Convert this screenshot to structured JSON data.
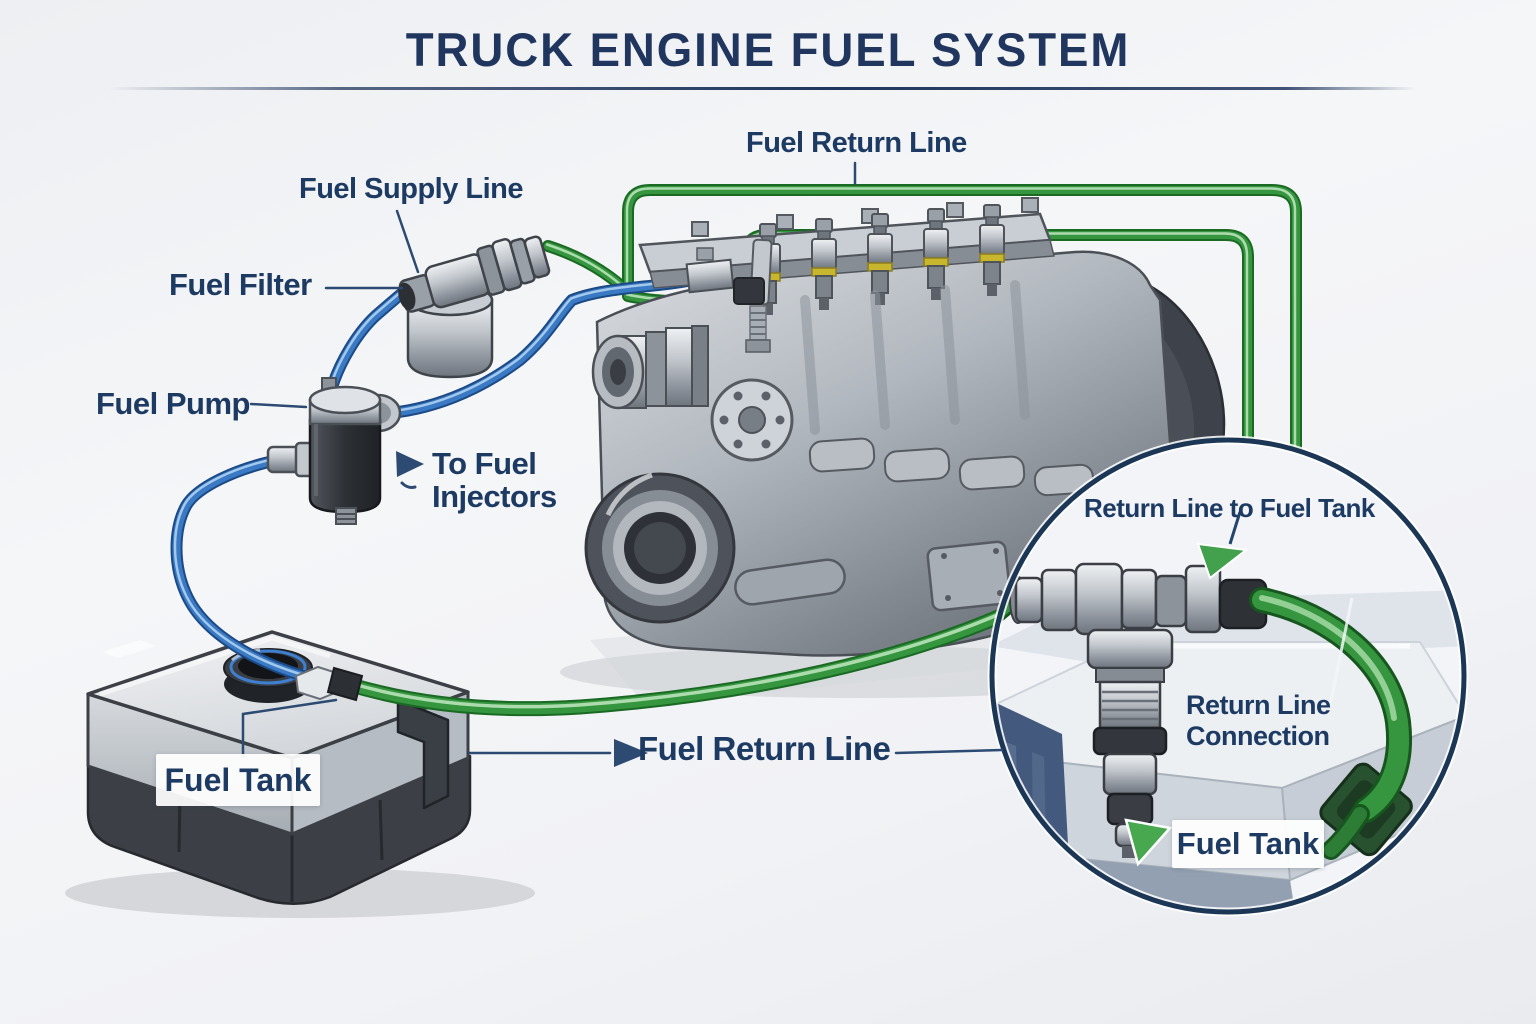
{
  "title": "TRUCK ENGINE FUEL SYSTEM",
  "labels": {
    "fuel_return_line_top": "Fuel Return Line",
    "fuel_supply_line": "Fuel Supply Line",
    "fuel_filter": "Fuel Filter",
    "fuel_pump": "Fuel Pump",
    "to_fuel_injectors": {
      "line1": "To Fuel",
      "line2": "Injectors"
    },
    "fuel_tank": "Fuel Tank",
    "fuel_return_line_center": "Fuel Return Line"
  },
  "inset": {
    "title": "Return Line to Fuel Tank",
    "connection": {
      "line1": "Return Line",
      "line2": "Connection"
    },
    "fuel_tank": "Fuel Tank"
  },
  "colors": {
    "label_navy": "#1d3a63",
    "title_navy": "#20365e",
    "leader_navy": "#2c4a72",
    "supply_blue": "#3a79c4",
    "supply_blue_dark": "#1c4a86",
    "return_green": "#36953f",
    "return_green_dark": "#1a6a24",
    "inset_border": "#1c3655",
    "background": "#f3f4f6"
  }
}
